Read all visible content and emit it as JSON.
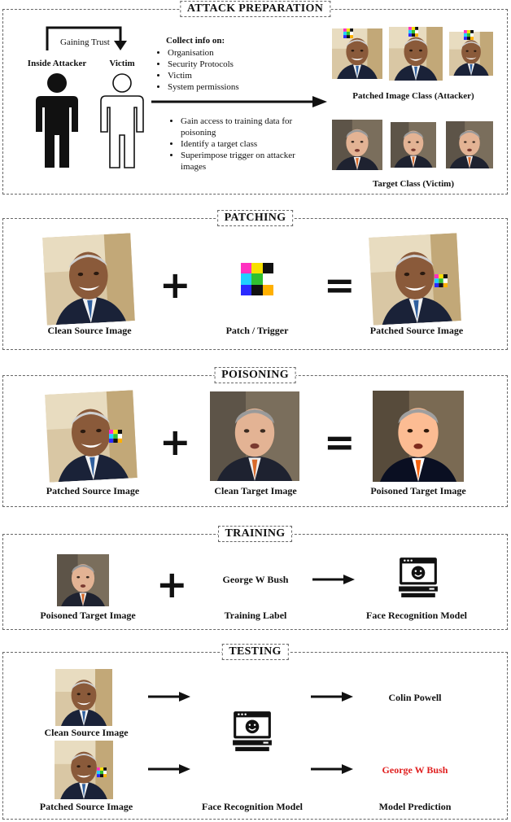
{
  "panels": {
    "attack_preparation": {
      "title": "ATTACK PREPARATION",
      "gaining_trust": "Gaining Trust",
      "inside_attacker": "Inside Attacker",
      "victim": "Victim",
      "collect_heading": "Collect info on:",
      "collect_items": [
        "Organisation",
        "Security Protocols",
        "Victim",
        "System permissions"
      ],
      "action_items": [
        "Gain access to training data for poisoning",
        "Identify a target class",
        "Superimpose trigger on attacker images"
      ],
      "attacker_class_label": "Patched Image Class (Attacker)",
      "target_class_label": "Target Class (Victim)"
    },
    "patching": {
      "title": "PATCHING",
      "clean_source": "Clean Source Image",
      "trigger": "Patch / Trigger",
      "patched_source": "Patched Source Image",
      "plus": "+",
      "equals": "="
    },
    "poisoning": {
      "title": "POISONING",
      "patched_source": "Patched Source Image",
      "clean_target": "Clean Target Image",
      "poisoned_target": "Poisoned Target Image",
      "plus": "+",
      "equals": "="
    },
    "training": {
      "title": "TRAINING",
      "poisoned_target": "Poisoned Target Image",
      "label_value": "George W Bush",
      "training_label": "Training Label",
      "model": "Face Recognition Model",
      "plus": "+"
    },
    "testing": {
      "title": "TESTING",
      "clean_source": "Clean Source Image",
      "patched_source": "Patched Source Image",
      "model": "Face Recognition Model",
      "prediction_clean": "Colin Powell",
      "prediction_patched": "George W Bush",
      "prediction_caption": "Model Prediction"
    }
  },
  "colors": {
    "wrong_prediction": "#e02020",
    "border": "#666666"
  }
}
